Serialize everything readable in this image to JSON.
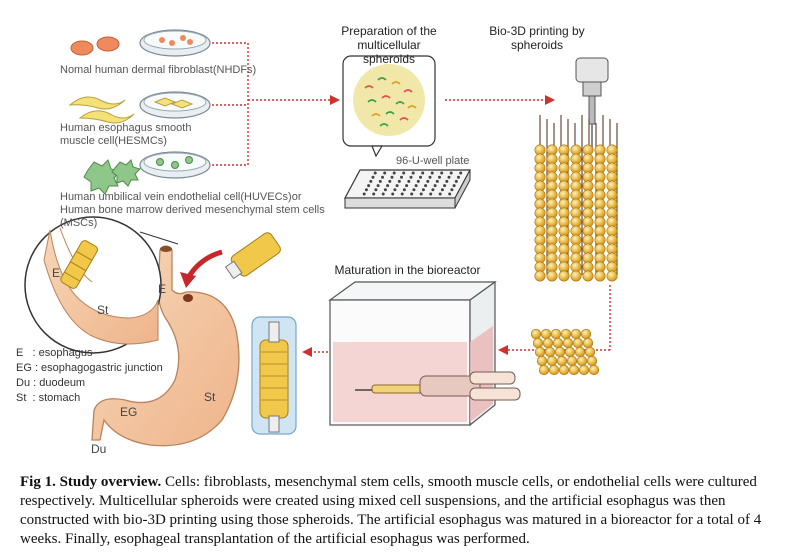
{
  "cells": {
    "fibroblast": "Nomal human dermal fibroblast(NHDFs)",
    "smooth_muscle": "Human esophagus smooth muscle cell(HESMCs)",
    "endothelial": "Human umbilical vein endothelial cell(HUVECs)or Human bone marrow derived mesenchymal stem cells (MSCs)"
  },
  "steps": {
    "preparation": "Preparation of the multicellular spheroids",
    "plate": "96-U-well plate",
    "printing": "Bio-3D printing by spheroids",
    "maturation": "Maturation in the bioreactor"
  },
  "organ_labels": {
    "E": "E",
    "St": "St",
    "EG": "EG",
    "Du": "Du"
  },
  "legend": {
    "e": "E   : esophagus",
    "eg": "EG : esophagogastric junction",
    "du": "Du : duodeum",
    "st": "St  : stomach"
  },
  "caption": {
    "title": "Fig 1. Study overview.",
    "text": "Cells: fibroblasts, mesenchymal stem cells, smooth muscle cells, or endothelial cells were cultured respectively. Multicellular spheroids were created using mixed cell suspensions, and the artificial esophagus was then constructed with bio-3D printing using those spheroids. The artificial esophagus was matured in a bioreactor for a total of 4 weeks. Finally, esophageal transplantation of the artificial esophagus was performed."
  },
  "colors": {
    "arrow": "#d0312d",
    "spheroid": "#e8b52a",
    "stomach": "#f4c9a4",
    "bioreactor_liquid": "#f3cccc"
  }
}
